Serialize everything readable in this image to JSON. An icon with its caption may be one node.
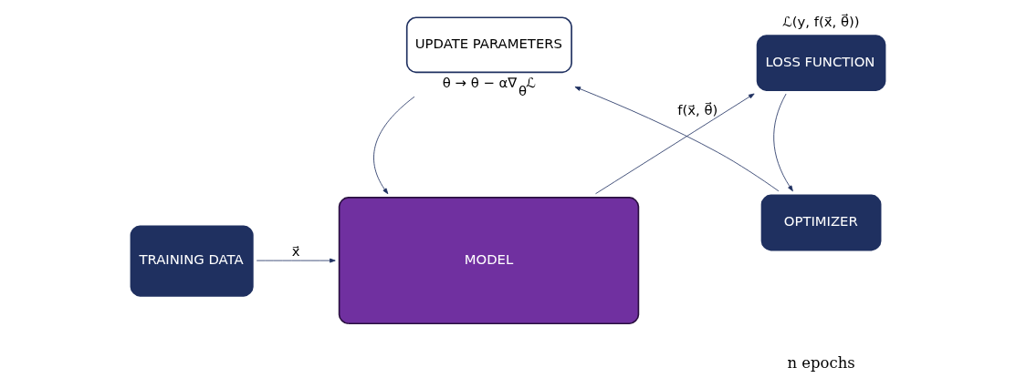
{
  "diagram": {
    "nodes": [
      {
        "text": [
          "TRAINING DATA"
        ]
      },
      {
        "text": [
          "MODEL"
        ]
      },
      {
        "text": [
          "LOSS FUNCTION"
        ],
        "beside": [
          "ℒ(y, f(x⃗, θ⃗))"
        ]
      },
      {
        "text": [
          "OPTIMIZER"
        ]
      },
      {
        "text": [
          "UPDATE PARAMETERS"
        ],
        "beside": [
          "θ → θ − α∇$_{θ}$ℒ"
        ]
      }
    ],
    "edges": [
      {
        "from": 0,
        "to": 1,
        "arrow": "to",
        "label": "x⃗"
      },
      {
        "from": 1,
        "to": 2,
        "arrow": "to",
        "label": "f(x⃗, θ⃗)"
      },
      {
        "from": 2,
        "to": 3,
        "arrow": "to"
      },
      {
        "from": 3,
        "to": 4,
        "arrow": "to"
      },
      {
        "from": 4,
        "to": 1,
        "arrow": "to"
      }
    ],
    "labels": [
      "n epochs"
    ]
  }
}
